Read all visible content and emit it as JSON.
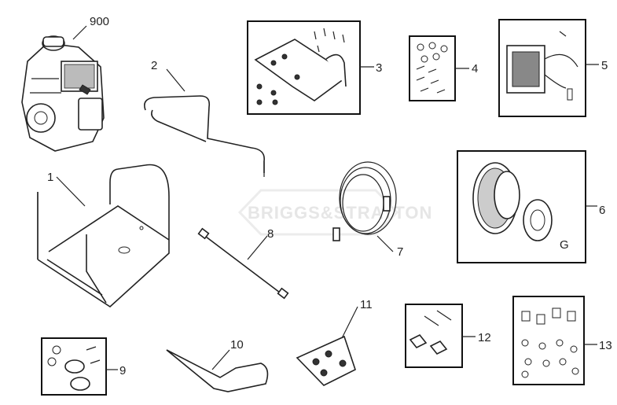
{
  "watermark": {
    "text": "BRIGGS&STRATTON"
  },
  "callouts": {
    "engine": "900",
    "frame": "1",
    "handle": "2",
    "bracket_kit": "3",
    "hardware_kit": "4",
    "pump": "5",
    "wheel_kit": "6",
    "hose": "7",
    "wand": "8",
    "feet_kit": "9",
    "gun": "10",
    "nozzles": "11",
    "fastener_kit": "12",
    "mount_kit": "13"
  },
  "wheel_mark": "G"
}
